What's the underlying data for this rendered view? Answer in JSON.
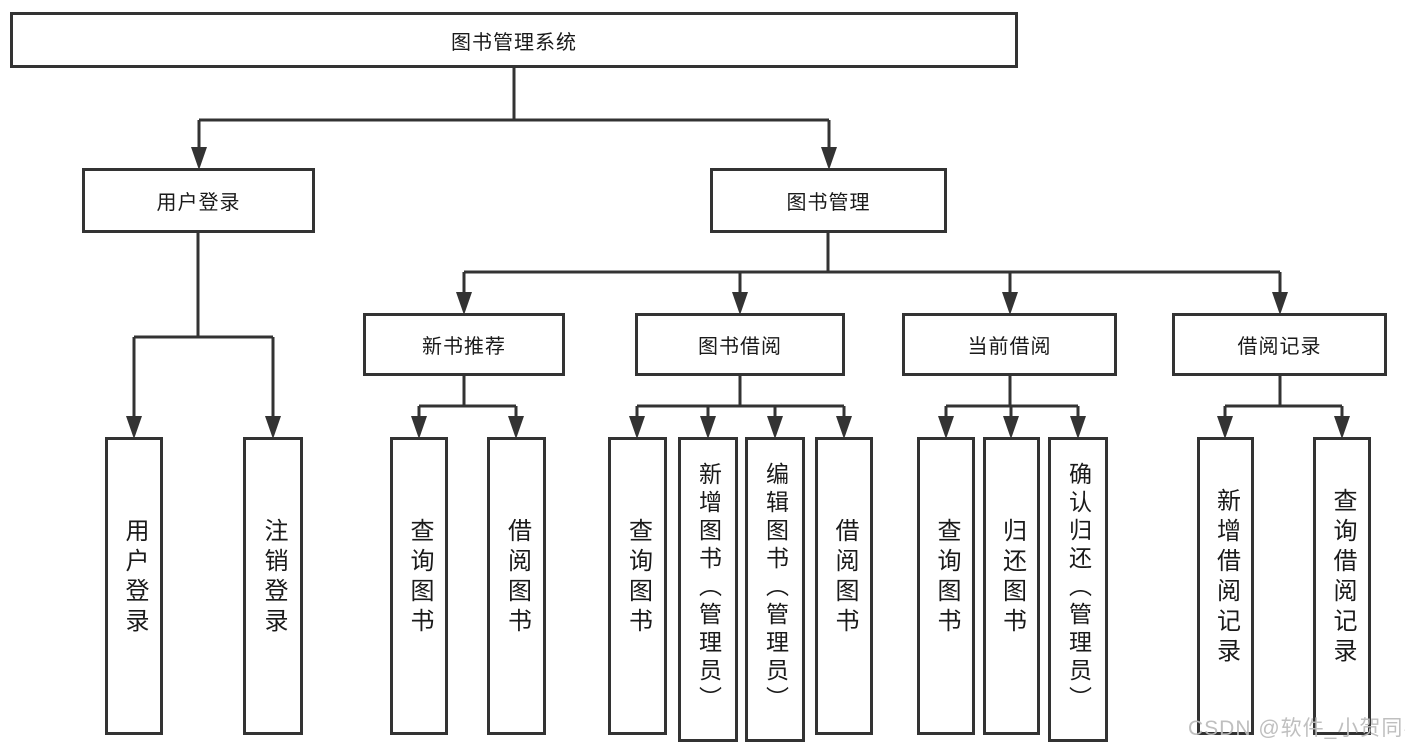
{
  "diagram": {
    "root": {
      "label": "图书管理系统"
    },
    "branches": [
      {
        "label": "用户登录",
        "children": [
          {
            "label": "用户登录"
          },
          {
            "label": "注销登录"
          }
        ]
      },
      {
        "label": "图书管理",
        "children": [
          {
            "label": "新书推荐",
            "children": [
              {
                "label": "查询图书"
              },
              {
                "label": "借阅图书"
              }
            ]
          },
          {
            "label": "图书借阅",
            "children": [
              {
                "label": "查询图书"
              },
              {
                "label": "新增图书（管理员）"
              },
              {
                "label": "编辑图书（管理员）"
              },
              {
                "label": "借阅图书"
              }
            ]
          },
          {
            "label": "当前借阅",
            "children": [
              {
                "label": "查询图书"
              },
              {
                "label": "归还图书"
              },
              {
                "label": "确认归还（管理员）"
              }
            ]
          },
          {
            "label": "借阅记录",
            "children": [
              {
                "label": "新增借阅记录"
              },
              {
                "label": "查询借阅记录"
              }
            ]
          }
        ]
      }
    ]
  },
  "watermark": {
    "text": "CSDN @软件_小贺同学"
  },
  "colors": {
    "line": "#333333",
    "text": "#1a1a1a",
    "watermark": "#bcbcbc",
    "background": "#ffffff"
  }
}
